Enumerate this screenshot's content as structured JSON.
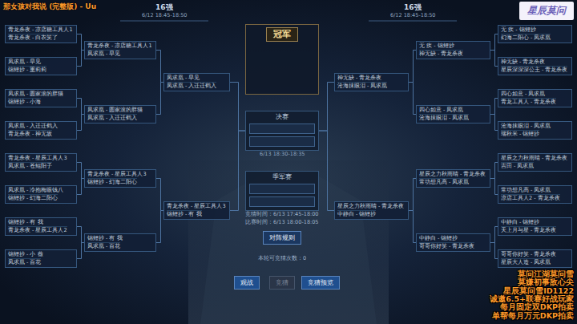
{
  "diagram": {
    "nodes": [
      {
        "text": [
          "青龙杀夜 - 凉店糖工具人1",
          "青龙杀夜 - 白衣笑了"
        ]
      },
      {
        "text": [
          "凤求凰 - 早见",
          "锦鲤抄 - 重莉莉"
        ]
      },
      {
        "text": [
          "凤求凰 - 圆家滚的胖猫",
          "锦鲤抄 - 小海"
        ]
      },
      {
        "text": [
          "凤求凰 - 入迁迁鹤入",
          "青龙杀夜 - 神无敌"
        ]
      },
      {
        "text": [
          "青龙杀夜 - 星辰工具人3",
          "凤求凰 - 苍鲲阳子"
        ]
      },
      {
        "text": [
          "凤求凰 - 冷抱梅眼钱八",
          "锦鲤抄 - 幻海二阳心"
        ]
      },
      {
        "text": [
          "锦鲤抄 - 有 我",
          "青龙杀夜 - 星辰工具人2"
        ]
      },
      {
        "text": [
          "锦鲤抄 - 小 薇",
          "凤求凰 - 百花"
        ]
      },
      {
        "text": [
          "青龙杀夜 - 凉店糖工具人1",
          "凤求凰 - 早见"
        ]
      },
      {
        "text": [
          "凤求凰 - 圆家滚的胖猫",
          "凤求凰 - 入迁迁鹤入"
        ]
      },
      {
        "text": [
          "青龙杀夜 - 星辰工具人3",
          "锦鲤抄 - 幻海二阳心"
        ]
      },
      {
        "text": [
          "锦鲤抄 - 有 我",
          "凤求凰 - 百花"
        ]
      },
      {
        "text": [
          "凤求凰 - 早见",
          "凤求凰 - 入迁迁鹤入"
        ]
      },
      {
        "text": [
          "青龙杀夜 - 星辰工具人3",
          "锦鲤抄 - 有 我"
        ]
      },
      {
        "text": [
          "冠军"
        ]
      },
      {
        "text": [
          "决赛"
        ]
      },
      {
        "text": [
          "季军赛"
        ]
      },
      {
        "text": [
          "对阵规则"
        ]
      },
      {
        "text": [
          "观战"
        ]
      },
      {
        "text": [
          "竞猜"
        ]
      },
      {
        "text": [
          "竞猜预览"
        ]
      },
      {
        "text": [
          "神无缺 - 青龙杀夜",
          "沧海抹眼泪 - 凤求凰"
        ]
      },
      {
        "text": [
          "星辰之力秋雨晴 - 青龙杀夜",
          "中静白 - 锦鲤抄"
        ]
      },
      {
        "text": [
          "无 疾 - 锦鲤抄",
          "神无缺 - 青龙杀夜"
        ]
      },
      {
        "text": [
          "四心如意 - 凤求凰",
          "沧海抹眼泪 - 凤求凰"
        ]
      },
      {
        "text": [
          "星辰之力秋雨晴 - 青龙杀夜",
          "常功想凡高 - 凤求凰"
        ]
      },
      {
        "text": [
          "中静白 - 锦鲤抄",
          "哥哥你好笑 - 青龙杀夜"
        ]
      },
      {
        "text": [
          "无 疾 - 锦鲤抄",
          "幻海二阳心 - 凤求凰"
        ]
      },
      {
        "text": [
          "神无缺 - 青龙杀夜",
          "星辰深深深公主 - 青龙杀夜"
        ]
      },
      {
        "text": [
          "四心如意 - 凤求凰",
          "青龙工具人 - 青龙杀夜"
        ]
      },
      {
        "text": [
          "沧海抹眼泪 - 凤求凰",
          "瑞秋米 - 锦鲤抄"
        ]
      },
      {
        "text": [
          "星辰之力秋雨晴 - 青龙杀夜",
          "吉田 - 凤求凰"
        ]
      },
      {
        "text": [
          "常功想凡高 - 凤求凰",
          "凉店工具人2 - 青龙杀夜"
        ]
      },
      {
        "text": [
          "中静白 - 锦鲤抄",
          "天上月与星 - 青龙杀夜"
        ]
      },
      {
        "text": [
          "哥哥你好笑 - 青龙杀夜",
          "星辰大人造 - 凤求凰"
        ]
      }
    ],
    "edges": [
      {
        "from": 0,
        "to": 8,
        "arrow": "none"
      },
      {
        "from": 1,
        "to": 8,
        "arrow": "none"
      },
      {
        "from": 2,
        "to": 9,
        "arrow": "none"
      },
      {
        "from": 3,
        "to": 9,
        "arrow": "none"
      },
      {
        "from": 4,
        "to": 10,
        "arrow": "none"
      },
      {
        "from": 5,
        "to": 10,
        "arrow": "none"
      },
      {
        "from": 6,
        "to": 11,
        "arrow": "none"
      },
      {
        "from": 7,
        "to": 11,
        "arrow": "none"
      },
      {
        "from": 8,
        "to": 12,
        "arrow": "none"
      },
      {
        "from": 9,
        "to": 12,
        "arrow": "none"
      },
      {
        "from": 10,
        "to": 13,
        "arrow": "none"
      },
      {
        "from": 11,
        "to": 13,
        "arrow": "none"
      },
      {
        "from": 12,
        "to": 15,
        "arrow": "none"
      },
      {
        "from": 13,
        "to": 15,
        "arrow": "none"
      },
      {
        "from": 27,
        "to": 23,
        "arrow": "none"
      },
      {
        "from": 28,
        "to": 23,
        "arrow": "none"
      },
      {
        "from": 29,
        "to": 24,
        "arrow": "none"
      },
      {
        "from": 30,
        "to": 24,
        "arrow": "none"
      },
      {
        "from": 31,
        "to": 25,
        "arrow": "none"
      },
      {
        "from": 32,
        "to": 25,
        "arrow": "none"
      },
      {
        "from": 33,
        "to": 26,
        "arrow": "none"
      },
      {
        "from": 34,
        "to": 26,
        "arrow": "none"
      },
      {
        "from": 23,
        "to": 21,
        "arrow": "none"
      },
      {
        "from": 24,
        "to": 21,
        "arrow": "none"
      },
      {
        "from": 25,
        "to": 22,
        "arrow": "none"
      },
      {
        "from": 26,
        "to": 22,
        "arrow": "none"
      },
      {
        "from": 21,
        "to": 15,
        "arrow": "none"
      },
      {
        "from": 22,
        "to": 15,
        "arrow": "none"
      }
    ],
    "labels": [
      "那女孩对我说 (完整版) - Uu",
      "16强",
      "6/12 18:45-18:50",
      "16强",
      "6/12 18:45-18:50",
      "星辰莫问",
      "6/13 18:30-18:35",
      "竞猜时间：6/13 17:45-18:00",
      "比赛时间：6/13 18:00-18:05",
      "本轮可竞猜次数：0",
      "莫问江湖莫问雪",
      "莫嫌初事敌心尖",
      "星辰莫问雪ID1122",
      "诚邀6.5+联赛好战玩家",
      "每月固定双DKP拍卖",
      "单帮每月万元DKP拍卖"
    ]
  }
}
